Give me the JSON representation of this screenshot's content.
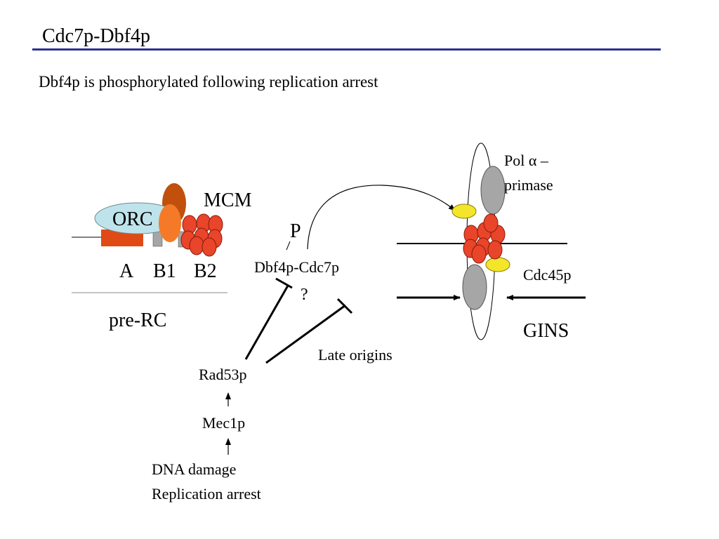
{
  "slide": {
    "title": "Cdc7p-Dbf4p",
    "subtitle": "Dbf4p is phosphorylated following replication arrest"
  },
  "pre_rc": {
    "orc_label": "ORC",
    "mcm_label": "MCM",
    "element_a": "A",
    "element_b1": "B1",
    "element_b2": "B2",
    "caption": "pre-RC"
  },
  "kinase": {
    "phospho_label": "P",
    "complex_label": "Dbf4p-Cdc7p",
    "question": "?",
    "late_origins": "Late origins"
  },
  "checkpoint": {
    "rad53": "Rad53p",
    "mec1": "Mec1p",
    "trigger_line1": "DNA damage",
    "trigger_line2": "Replication arrest"
  },
  "fork": {
    "pol_line1": "Pol α –",
    "pol_line2": "primase",
    "cdc45": "Cdc45p",
    "gins": "GINS"
  },
  "colors": {
    "title_rule": "#2e3192",
    "mcm_subunit": "#e8452a",
    "orc": "#bfe3ea",
    "origin_box": "#e04a14",
    "origin_dark": "#c0500c",
    "cdc6": "#f47a28",
    "gins_grey": "#a6a6a6",
    "cdc45_yellow": "#f3e62a"
  }
}
